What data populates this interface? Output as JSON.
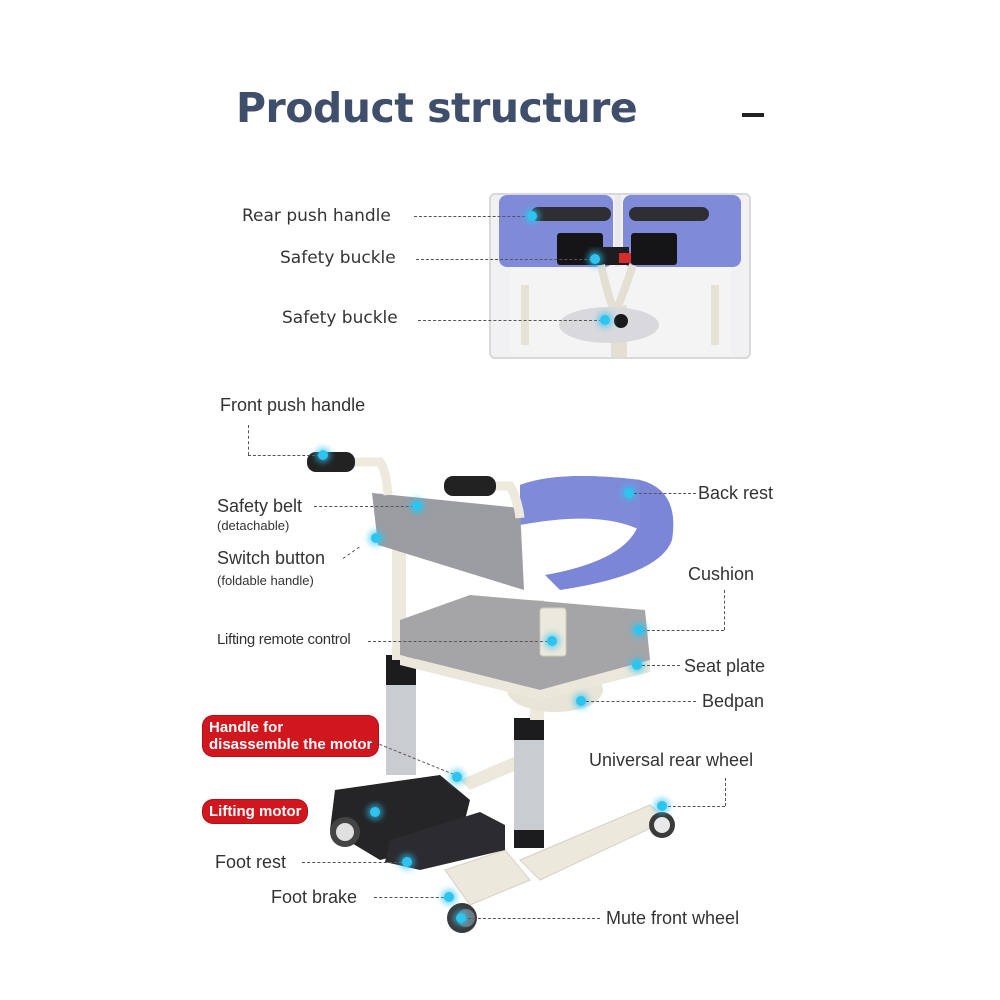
{
  "title": "Product structure",
  "header_mark": "–",
  "inset": {
    "labels": [
      {
        "id": "rear-push-handle",
        "text": "Rear push handle"
      },
      {
        "id": "safety-buckle-top",
        "text": "Safety buckle"
      },
      {
        "id": "safety-buckle-bottom",
        "text": "Safety buckle"
      }
    ]
  },
  "labels": {
    "front_push_handle": "Front push handle",
    "safety_belt": "Safety belt",
    "safety_belt_note": "(detachable)",
    "switch_button": "Switch button",
    "switch_button_note": "(foldable handle)",
    "lifting_remote_control": "Lifting remote control",
    "handle_disassemble_motor_line1": "Handle for",
    "handle_disassemble_motor_line2": "disassemble the motor",
    "lifting_motor": "Lifting motor",
    "foot_rest": "Foot rest",
    "foot_brake": "Foot brake",
    "back_rest": "Back rest",
    "cushion": "Cushion",
    "seat_plate": "Seat plate",
    "bedpan": "Bedpan",
    "universal_rear_wheel": "Universal rear wheel",
    "mute_front_wheel": "Mute front wheel"
  },
  "colors": {
    "title": "#3f4f6b",
    "accent_blue": "#7b86d6",
    "callout_red": "#d2161e",
    "marker_cyan": "#2ec4f0"
  }
}
